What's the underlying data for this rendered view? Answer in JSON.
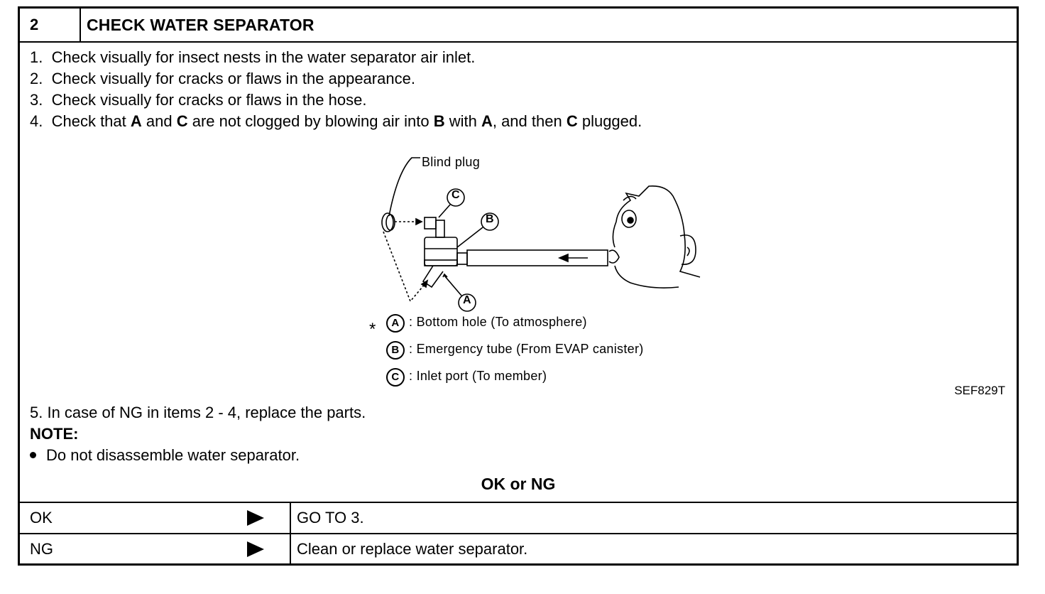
{
  "step": {
    "number": "2",
    "title": "CHECK WATER SEPARATOR"
  },
  "steps": [
    {
      "num": "1.",
      "text": "Check visually for insect nests in the water separator air inlet."
    },
    {
      "num": "2.",
      "text": "Check visually for cracks or flaws in the appearance."
    },
    {
      "num": "3.",
      "text": "Check visually for cracks or flaws in the hose."
    },
    {
      "num": "4.",
      "parts": [
        "Check that ",
        "A",
        " and ",
        "C",
        " are not clogged by blowing air into ",
        "B",
        " with ",
        "A",
        ", and then ",
        "C",
        " plugged."
      ]
    }
  ],
  "figure": {
    "label_blind_plug": "Blind plug",
    "callout_a": "A",
    "callout_b": "B",
    "callout_c": "C",
    "legend_marker": "*",
    "legend": [
      {
        "letter": "A",
        "text": ": Bottom hole (To atmosphere)"
      },
      {
        "letter": "B",
        "text": ": Emergency tube (From EVAP canister)"
      },
      {
        "letter": "C",
        "text": ": Inlet port (To member)"
      }
    ],
    "code": "SEF829T"
  },
  "step5": "5.  In case of NG in items 2 - 4, replace the parts.",
  "note": {
    "title": "NOTE:",
    "bullet": "Do not disassemble water separator."
  },
  "result": {
    "title": "OK or NG",
    "rows": [
      {
        "label": "OK",
        "action": "GO TO 3."
      },
      {
        "label": "NG",
        "action": "Clean or replace water separator."
      }
    ]
  }
}
